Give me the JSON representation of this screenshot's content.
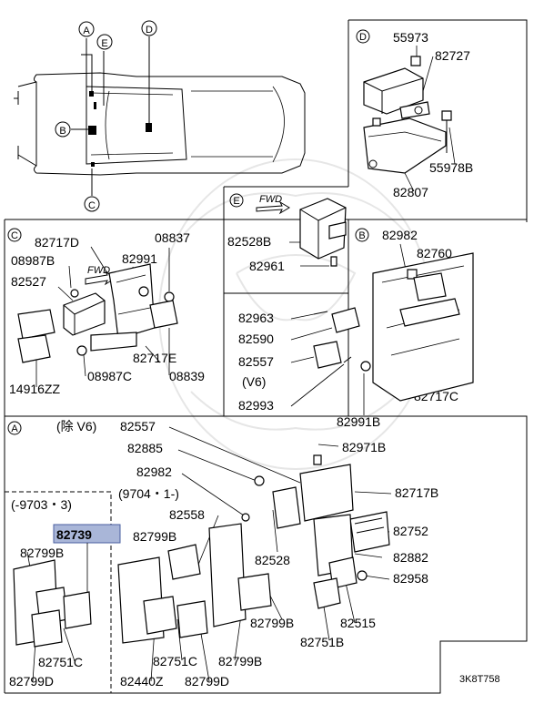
{
  "diagram_code": "3K8T758",
  "callouts": {
    "A": "A",
    "B": "B",
    "C": "C",
    "D": "D",
    "E": "E"
  },
  "section_D": {
    "labels": [
      "55973",
      "82727",
      "55978B",
      "82807"
    ]
  },
  "section_E": {
    "labels": [
      "82528B",
      "82961"
    ],
    "fwd": "FWD"
  },
  "section_C": {
    "labels": [
      "82717D",
      "08837",
      "08987B",
      "82991",
      "82527",
      "82717E",
      "08839",
      "14916ZZ",
      "08987C"
    ],
    "fwd": "FWD"
  },
  "section_B": {
    "labels": [
      "82982",
      "82760",
      "82963",
      "82590",
      "82557",
      "(V6)",
      "82993",
      "82717C",
      "82991B"
    ]
  },
  "section_A": {
    "header_note": "(除 V6)",
    "labels": [
      "82557",
      "82885",
      "82971B",
      "82982",
      "82717B",
      "82558",
      "82752",
      "82799B",
      "82528",
      "82882",
      "82958",
      "82799B",
      "82515",
      "82751B",
      "82751C",
      "82799B",
      "82440Z",
      "82799D"
    ],
    "date_note_1": "(9704・1-)",
    "date_note_2": "(-9703・3)",
    "highlight_label": "82739",
    "left_labels": [
      "82799B",
      "82751C",
      "82799D"
    ]
  },
  "colors": {
    "highlight_fill": "#a9b6d8",
    "highlight_border": "#4a5fa0",
    "watermark": "#e6e6e6"
  }
}
